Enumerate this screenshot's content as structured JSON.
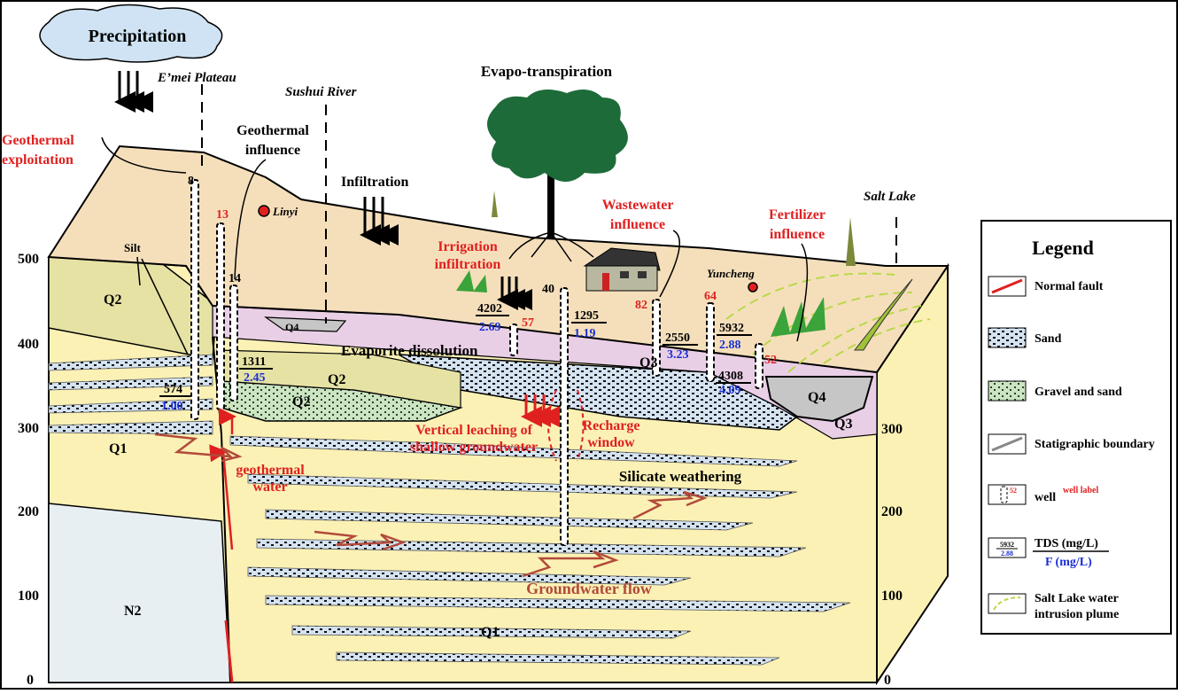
{
  "colors": {
    "soil": "#f5dfbb",
    "q1_fill": "#fbf1b5",
    "q2_fill": "#e6e2a4",
    "purple_layer": "#e9cfe6",
    "sand": "#d5e3f1",
    "gravel": "#cde3c3",
    "n2": "#e7eff3",
    "grey_q4": "#c6c6c6",
    "red_label": "#e02020",
    "blue_value": "#1a2ed6",
    "flow_arrow": "#b24a3a",
    "tree": "#1e6b3a",
    "cloud": "#cfe3f4",
    "plume": "#b9d84a"
  },
  "labels": {
    "precipitation": "Precipitation",
    "emei": "E’mei Plateau",
    "sushui": "Sushui River",
    "evapo": "Evapo-transpiration",
    "geothermal_expl": [
      "Geothermal",
      "exploitation"
    ],
    "geothermal_infl": [
      "Geothermal",
      "influence"
    ],
    "infiltration": "Infiltration",
    "linyi": "Linyi",
    "wastewater": [
      "Wastewater",
      "influence"
    ],
    "irrigation": [
      "Irrigation",
      "infiltration"
    ],
    "fertilizer": [
      "Fertilizer",
      "influence"
    ],
    "salt_lake": "Salt Lake",
    "yuncheng": "Yuncheng",
    "silt": "Silt",
    "evaporite": "Evaporite dissolution",
    "vertical_leaching": [
      "Vertical leaching of",
      "shallow groundwater"
    ],
    "recharge": [
      "Recharge",
      "window"
    ],
    "geothermal_water": [
      "geothermal",
      "water"
    ],
    "silicate": "Silicate weathering",
    "gw_flow": "Groundwater flow"
  },
  "units": {
    "q2_left": "Q2",
    "q4_left": "Q4",
    "q2_mid": "Q2",
    "q2_gravel": "Q2",
    "q1_left": "Q1",
    "q3_mid": "Q3",
    "q4_right": "Q4",
    "q3_right": "Q3",
    "n2": "N2",
    "q1_bottom": "Q1"
  },
  "axis_left": [
    "500",
    "400",
    "300",
    "200",
    "100",
    "0"
  ],
  "axis_right": [
    "300",
    "200",
    "100",
    "0"
  ],
  "wells": [
    {
      "label": "8",
      "color": "black"
    },
    {
      "label": "13",
      "color": "red"
    },
    {
      "label": "14",
      "color": "black"
    },
    {
      "label": "57",
      "color": "red"
    },
    {
      "label": "40",
      "color": "black"
    },
    {
      "label": "82",
      "color": "red"
    },
    {
      "label": "64",
      "color": "red"
    },
    {
      "label": "52",
      "color": "red"
    }
  ],
  "tds_f": [
    {
      "tds": "574",
      "f": "1.00"
    },
    {
      "tds": "1311",
      "f": "2.45"
    },
    {
      "tds": "4202",
      "f": "2.69"
    },
    {
      "tds": "1295",
      "f": "1.19"
    },
    {
      "tds": "2550",
      "f": "3.23"
    },
    {
      "tds": "5932",
      "f": "2.88"
    },
    {
      "tds": "4308",
      "f": "4.09"
    }
  ],
  "legend": {
    "title": "Legend",
    "items": [
      {
        "label": "Normal fault"
      },
      {
        "label": "Sand"
      },
      {
        "label": "Gravel and sand"
      },
      {
        "label": "Statigraphic boundary"
      },
      {
        "label": "well",
        "sup": "well label",
        "sample": "52"
      },
      {
        "label": "TDS (mg/L)",
        "label2": "F (mg/L)",
        "sample_tds": "5932",
        "sample_f": "2.88"
      },
      {
        "label": "Salt Lake water",
        "label2": "intrusion plume"
      }
    ]
  }
}
